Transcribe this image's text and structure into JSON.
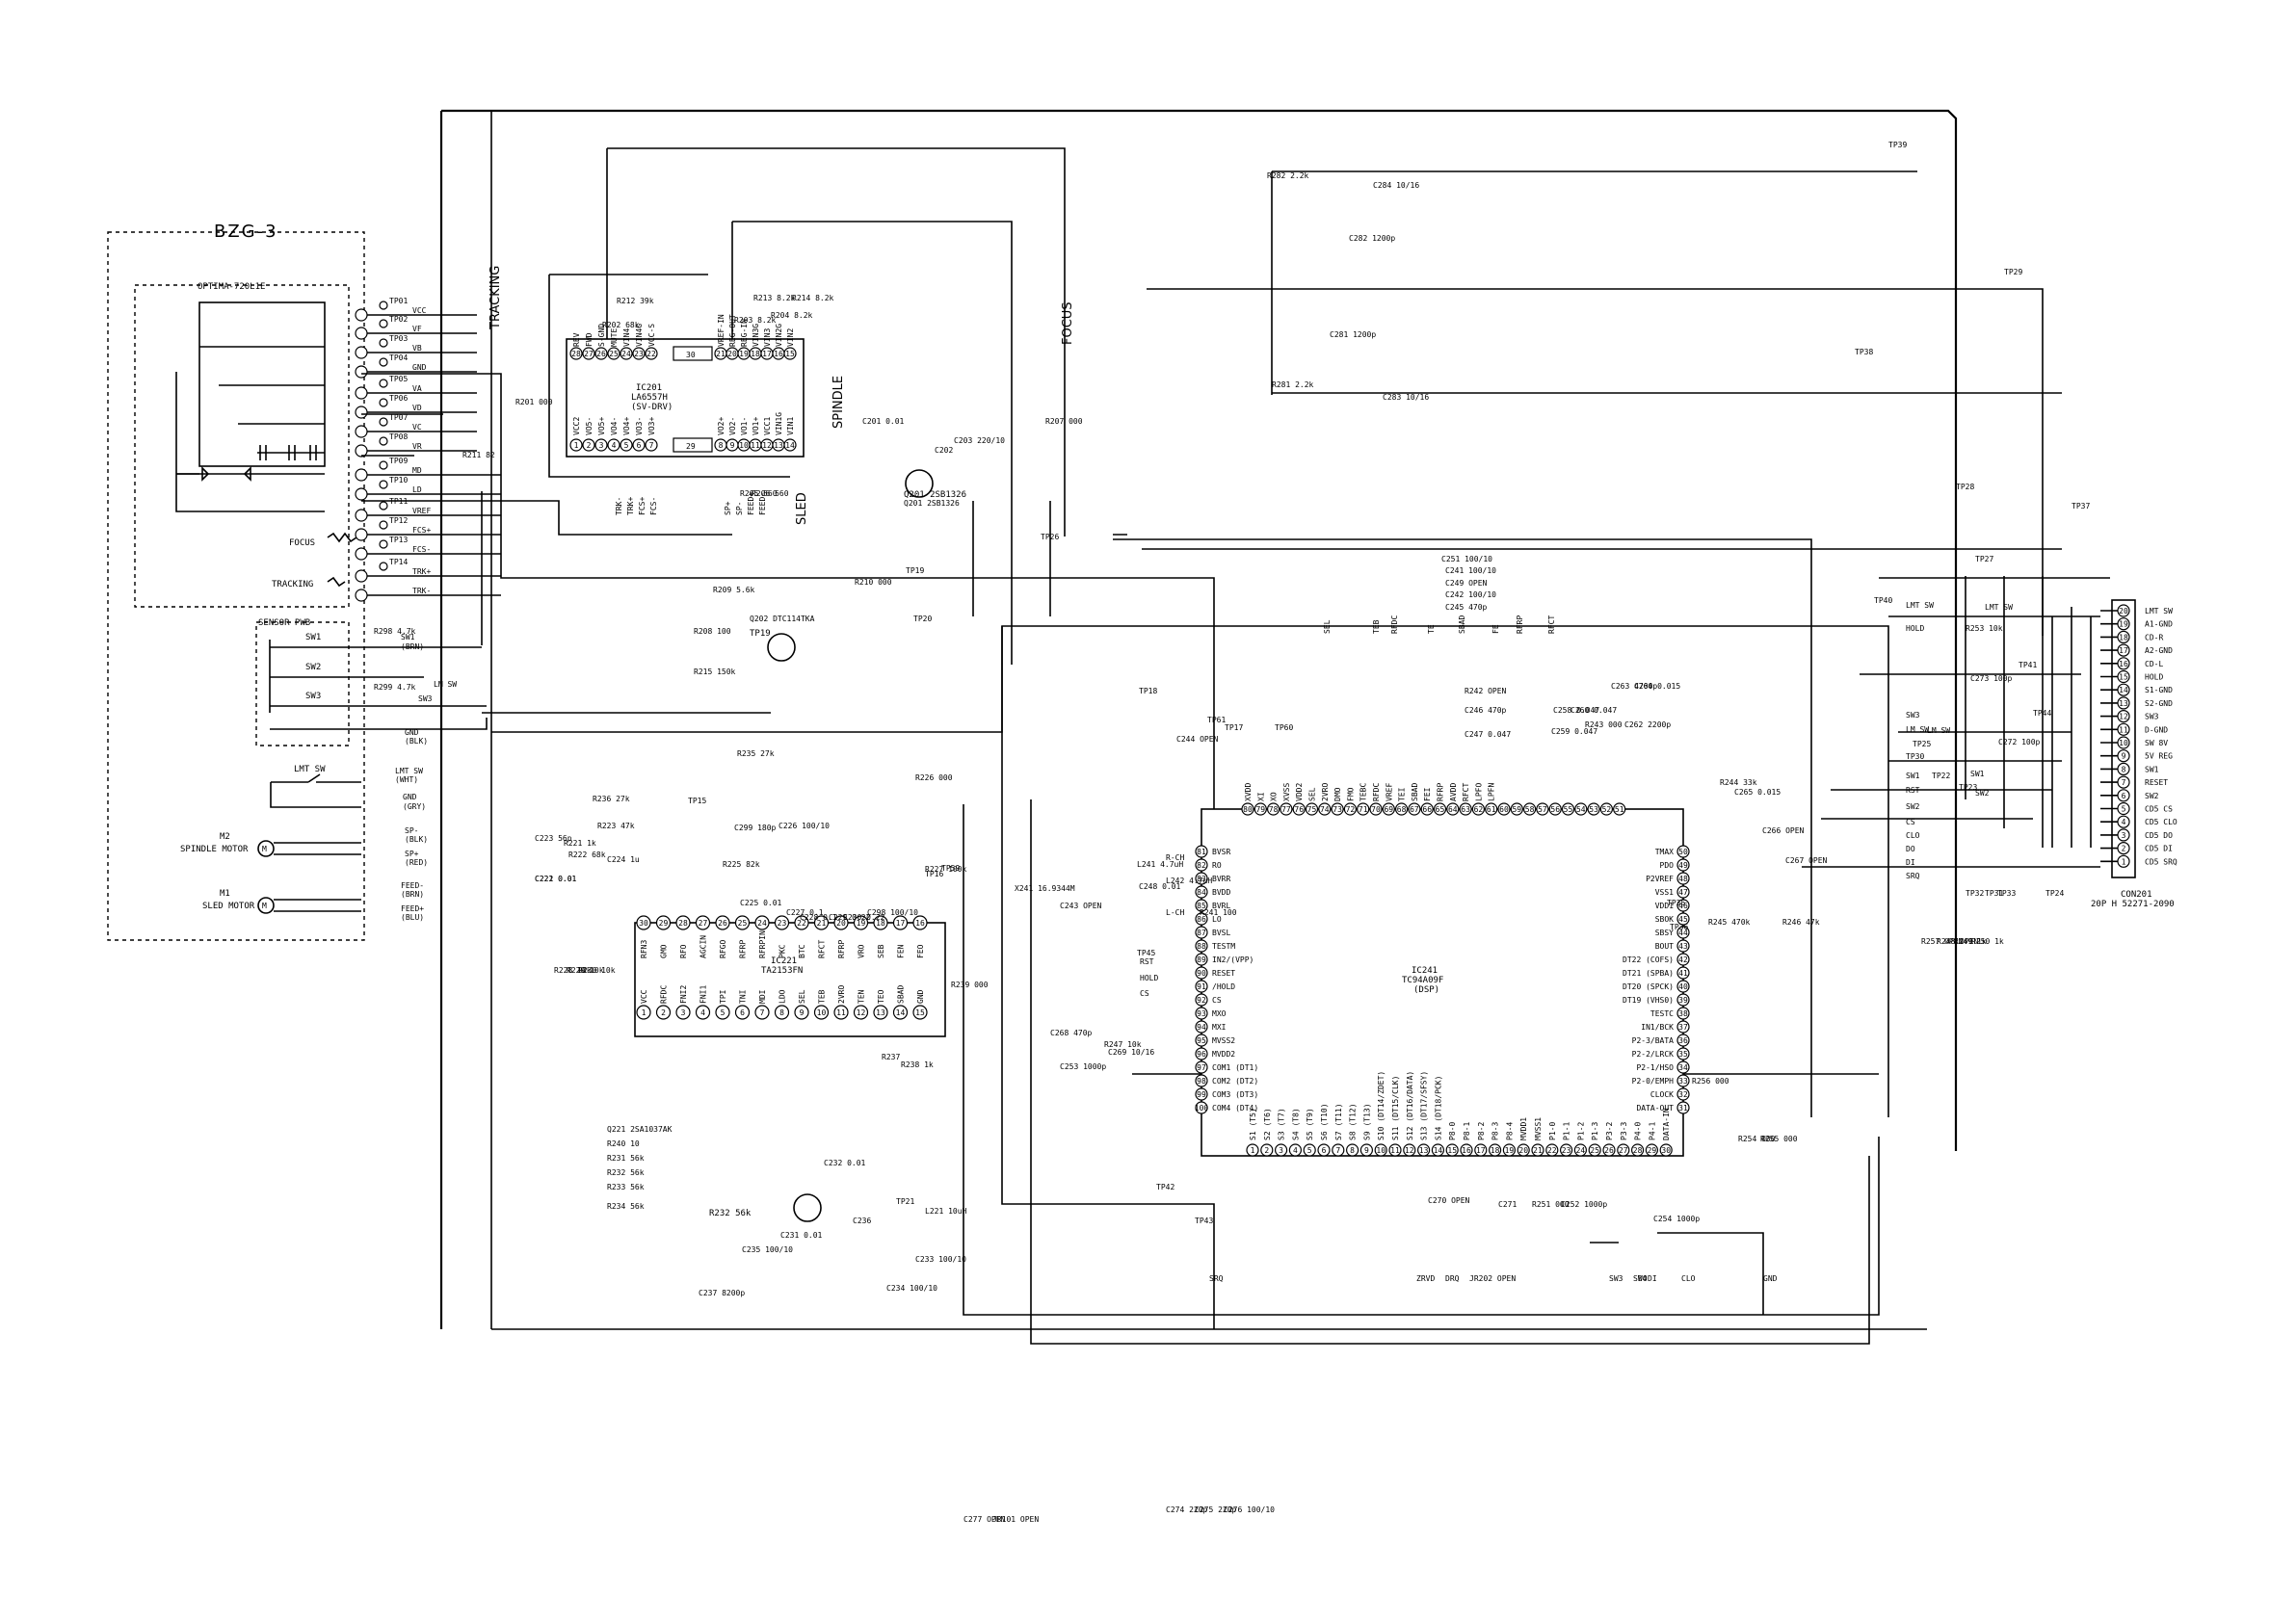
{
  "module": {
    "title": "BZG-3",
    "pickup": "OPTIMA-720L1E"
  },
  "pickup_signals": [
    "VCC",
    "VF",
    "VB",
    "GND",
    "VA",
    "VD",
    "VC",
    "VR",
    "MD",
    "LD",
    "VREF",
    "FCS+",
    "FCS-",
    "TRK+",
    "TRK-"
  ],
  "pickup_tps": [
    "TP01",
    "TP02",
    "TP03",
    "TP04",
    "TP05",
    "TP06",
    "TP07",
    "TP08",
    "TP09",
    "TP10",
    "TP11",
    "TP12",
    "TP13",
    "TP14"
  ],
  "coil_labels": {
    "focus": "FOCUS",
    "tracking": "TRACKING"
  },
  "sensor": {
    "title": "SENSOR PWB",
    "switches": [
      "SW1",
      "SW2",
      "SW3"
    ],
    "resistors": [
      "R298 4.7k",
      "R299 4.7k"
    ],
    "lines": [
      [
        "SW1",
        "(BRN)"
      ],
      [
        "LM SW",
        ""
      ],
      [
        "SW3",
        ""
      ],
      [
        "GND",
        "(BLK)"
      ]
    ]
  },
  "lmt": {
    "label": "LMT SW",
    "lines": [
      [
        "LMT SW",
        "(WHT)"
      ],
      [
        "GND",
        "(GRY)"
      ]
    ]
  },
  "motors": [
    {
      "ref": "M2",
      "name": "SPINDLE MOTOR",
      "lines": [
        [
          "SP-",
          "(BLK)"
        ],
        [
          "SP+",
          "(RED)"
        ]
      ]
    },
    {
      "ref": "M1",
      "name": "SLED MOTOR",
      "lines": [
        [
          "FEED-",
          "(BRN)"
        ],
        [
          "FEED+",
          "(BLU)"
        ]
      ]
    }
  ],
  "ic201": {
    "ref": "IC201",
    "part": "LA6557H",
    "sub": "(SV-DRV)",
    "top_pins": [
      "28",
      "27",
      "26",
      "25",
      "24",
      "23",
      "22"
    ],
    "top_names": [
      "REV",
      "FWD",
      "S-GND",
      "MUTE",
      "VIN4",
      "VIN4G",
      "VCC-S"
    ],
    "top_mid": [
      "30",
      "21",
      "20",
      "19",
      "18",
      "17",
      "16",
      "15"
    ],
    "top_mid_names": [
      "VREF-IN",
      "REG-OUT",
      "REG-IN",
      "VIN3G",
      "VIN3",
      "VIN2G",
      "VIN2"
    ],
    "bot_pins": [
      "1",
      "2",
      "3",
      "4",
      "5",
      "6",
      "7"
    ],
    "bot_names": [
      "VCC2",
      "VO5-",
      "VO5+",
      "VO4-",
      "VO4+",
      "VO3-",
      "VO3+"
    ],
    "bot_mid": [
      "29",
      "8",
      "9",
      "10",
      "11",
      "12",
      "13",
      "14"
    ],
    "bot_mid_names": [
      "VO2+",
      "VO2-",
      "VO1-",
      "VO1+",
      "VCC1",
      "VIN1G",
      "VIN1"
    ]
  },
  "ic201_labels": [
    "TRACKING",
    "SPINDLE",
    "FOCUS",
    "SLED",
    "TRK-",
    "TRK+",
    "FCS+",
    "FCS-",
    "SP+",
    "SP-",
    "FEED+",
    "FEED-"
  ],
  "ic221": {
    "ref": "IC221",
    "part": "TA2153FN",
    "top_pins": [
      "30",
      "29",
      "28",
      "27",
      "26",
      "25",
      "24",
      "23",
      "22",
      "21",
      "20",
      "19",
      "18",
      "17",
      "16"
    ],
    "top_names": [
      "RFN3",
      "GMO",
      "RFO",
      "AGCIN",
      "RFGO",
      "RFRP",
      "RFRPIN",
      "PKC",
      "BTC",
      "RFCT",
      "RFRP",
      "VRO",
      "SEB",
      "FEN",
      "FEO"
    ],
    "bot_pins": [
      "1",
      "2",
      "3",
      "4",
      "5",
      "6",
      "7",
      "8",
      "9",
      "10",
      "11",
      "12",
      "13",
      "14",
      "15"
    ],
    "bot_names": [
      "VCC",
      "RFDC",
      "FNI2",
      "FNI1",
      "TPI",
      "TNI",
      "MDI",
      "LDO",
      "SEL",
      "TEB",
      "2VRO",
      "TEN",
      "TEO",
      "SBAD",
      "GND"
    ]
  },
  "ic241": {
    "ref": "IC241",
    "part": "TC94A09F",
    "sub": "(DSP)",
    "top_pins": [
      "80",
      "79",
      "78",
      "77",
      "76",
      "75",
      "74",
      "73",
      "72",
      "71",
      "70",
      "69",
      "68",
      "67",
      "66",
      "65",
      "64",
      "63",
      "62",
      "61"
    ],
    "top_mid": [
      "60",
      "59",
      "58",
      "57",
      "56",
      "55",
      "54",
      "53",
      "52",
      "51"
    ],
    "top_names": [
      "XVDD",
      "XI",
      "XO",
      "XVSS",
      "VDD2",
      "SEL",
      "2VRO",
      "DMO",
      "FMO",
      "TEBC",
      "RFDC",
      "VREF",
      "TEI",
      "SBAD",
      "FEI",
      "RFRP",
      "AVDD",
      "RFCT",
      "LPFO",
      "LPFN"
    ],
    "left_pins": [
      "81",
      "82",
      "83",
      "84",
      "85",
      "86",
      "87",
      "88",
      "89",
      "90",
      "91",
      "92",
      "93",
      "94",
      "95",
      "96",
      "97",
      "98",
      "99",
      "100"
    ],
    "left_names": [
      "BVSR",
      "RO",
      "BVRR",
      "BVDD",
      "BVRL",
      "LO",
      "BVSL",
      "TESTM",
      "IN2/(VPP)",
      "RESET",
      "/HOLD",
      "CS",
      "MXO",
      "MXI",
      "MVSS2",
      "MVDD2",
      "COM1 (DT1)",
      "COM2 (DT2)",
      "COM3 (DT3)",
      "COM4 (DT4)"
    ],
    "right_pins": [
      "50",
      "49",
      "48",
      "47",
      "46",
      "45",
      "44",
      "43",
      "42",
      "41",
      "40",
      "39",
      "38",
      "37",
      "36",
      "35",
      "34",
      "33",
      "32",
      "31"
    ],
    "right_names": [
      "TMAX",
      "PDO",
      "P2VREF",
      "VSS1",
      "VDD1",
      "SBOK",
      "SBSY",
      "BOUT",
      "DT22 (COFS)",
      "DT21 (SPBA)",
      "DT20 (SPCK)",
      "DT19 (VHS0)",
      "TESTC",
      "IN1/BCK",
      "P2-3/BATA",
      "P2-2/LRCK",
      "P2-1/HSO",
      "P2-0/EMPH",
      "CLOCK",
      "DATA-OUT"
    ],
    "bot_pins": [
      "1",
      "2",
      "3",
      "4",
      "5",
      "6",
      "7",
      "8",
      "9",
      "10",
      "11",
      "12",
      "13",
      "14",
      "15",
      "16",
      "17",
      "18",
      "19",
      "20",
      "21",
      "22",
      "23",
      "24",
      "25",
      "26",
      "27",
      "28",
      "29",
      "30"
    ],
    "bot_names": [
      "S1 (T5)",
      "S2 (T6)",
      "S3 (T7)",
      "S4 (T8)",
      "S5 (T9)",
      "S6 (T10)",
      "S7 (T11)",
      "S8 (T12)",
      "S9 (T13)",
      "S10 (DT14/ZDET)",
      "S11 (DT15/CLK)",
      "S12 (DT16/DATA)",
      "S13 (DT17/SFSY)",
      "S14 (DT18/PCK)",
      "P8-0",
      "P8-1",
      "P8-2",
      "P8-3",
      "P8-4",
      "MVDD1",
      "MVSS1",
      "P1-0",
      "P1-1",
      "P1-2",
      "P1-3",
      "P3-2",
      "P3-3",
      "P4-0",
      "P4-1",
      "DATA-IN"
    ]
  },
  "components": [
    "R211 82",
    "R201 000",
    "R202 68k",
    "R212 39k",
    "R203 8.2k",
    "R213 8.2k",
    "R204 8.2k",
    "R214 8.2k",
    "R205 560",
    "R206 560",
    "C201 0.01",
    "C202",
    "C203 220/10",
    "Q201 2SB1326",
    "R207 000",
    "R208 100",
    "R209 5.6k",
    "R210 000",
    "R215 150k",
    "Q202 DTC114TKA",
    "TP19",
    "TP20",
    "TP26",
    "R282 2.2k",
    "R281 2.2k",
    "C284 10/16",
    "C283 10/16",
    "C282 1200p",
    "C281 1200p",
    "TP39",
    "TP29",
    "TP38",
    "TP28",
    "TP37",
    "TP27",
    "TP40",
    "TP41",
    "TP44",
    "TP25",
    "TP30",
    "TP22",
    "TP23",
    "TP32",
    "TP31",
    "TP33",
    "TP24",
    "TP35",
    "TP36",
    "TP45",
    "TP42",
    "TP43",
    "R221 1k",
    "R222 68k",
    "R223 47k",
    "C223 56p",
    "C224 1u",
    "C221 0.01",
    "C222 0.01",
    "R228 10k",
    "R229 10k",
    "R230 10k",
    "C299 180p",
    "R225 82k",
    "C225 0.01",
    "C226 100/10",
    "C227 0.1",
    "C228 0.1",
    "C229 0.22",
    "C230 0.22",
    "C298 100/10",
    "R226 000",
    "R227 100k",
    "R237",
    "R238 1k",
    "R239 000",
    "C237 8200p",
    "C231 0.01",
    "C232 0.01",
    "C233 100/10",
    "C234 100/10",
    "C235 100/10",
    "C236",
    "L221 10uH",
    "Q221 2SA1037AK",
    "R240 10",
    "R231 56k",
    "R232 56k",
    "R233 56k",
    "R234 56k",
    "R235 27k",
    "R236 27k",
    "TP15",
    "TP16",
    "TP59",
    "TP21",
    "TP60",
    "TP61",
    "TP17",
    "TP18",
    "X241 16.9344M",
    "C243 OPEN",
    "C244 OPEN",
    "L241 4.7uH",
    "L242 4.7uH",
    "C248 0.01",
    "R241 100",
    "C251 100/10",
    "C241 100/10",
    "C249 OPEN",
    "C242 100/10",
    "C245 470p",
    "R242 OPEN",
    "C246 470p",
    "C247 0.047",
    "C258 0.047",
    "C259 0.047",
    "C260 0.047",
    "R243 000",
    "C262 2200p",
    "C263 4700p",
    "C264 0.015",
    "R244 33k",
    "C265 0.015",
    "C266 OPEN",
    "C267 OPEN",
    "R245 470k",
    "R246 47k",
    "C268 470p",
    "R247 10k",
    "C253 1000p",
    "C269 10/16",
    "C270 OPEN",
    "C271",
    "R251 000",
    "C252 1000p",
    "JR202 OPEN",
    "C254 1000p",
    "R254 000",
    "R255 000",
    "R256 000",
    "R257 OPEN",
    "R248 OPEN",
    "R249 1k",
    "R250 1k",
    "R253 10k",
    "C272 100p",
    "C273 100p",
    "C274 220p",
    "C275 220p",
    "C276 100/10",
    "C277 OPEN",
    "JR101 OPEN"
  ],
  "dsp_labels": [
    "R-CH",
    "L-CH",
    "RST",
    "HOLD",
    "CS",
    "SEL",
    "TEB",
    "RFDC",
    "TE",
    "SBAD",
    "FE",
    "RFRP",
    "RFCT",
    "LMT SW",
    "LM SW",
    "SW1",
    "SW2",
    "SW3",
    "SW4",
    "DI",
    "DO",
    "CLO",
    "GND",
    "SRQ",
    "ZRVD",
    "DRQ"
  ],
  "connector": {
    "ref": "CON201",
    "part": "20P H 52271-2090",
    "pins": [
      "20",
      "19",
      "18",
      "17",
      "16",
      "15",
      "14",
      "13",
      "12",
      "11",
      "10",
      "9",
      "8",
      "7",
      "6",
      "5",
      "4",
      "3",
      "2",
      "1"
    ],
    "signals": [
      "LMT SW",
      "A1-GND",
      "CD-R",
      "A2-GND",
      "CD-L",
      "HOLD",
      "S1-GND",
      "S2-GND",
      "SW3",
      "D-GND",
      "SW 8V",
      "5V REG",
      "SW1",
      "RESET",
      "SW2",
      "CD5 CS",
      "CD5 CLO",
      "CD5 DO",
      "CD5 DI",
      "CD5 SRQ"
    ]
  },
  "connector_left": [
    "LMT SW",
    "HOLD",
    "SW3",
    "LM SW",
    "SW1",
    "RST",
    "SW2",
    "CS",
    "CLO",
    "DO",
    "DI",
    "SRQ"
  ]
}
